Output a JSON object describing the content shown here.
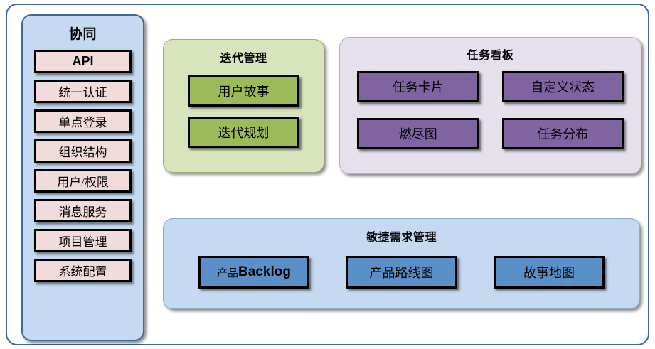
{
  "diagram": {
    "sidebar": {
      "title": "协同",
      "items": [
        {
          "label": "API",
          "style": "api"
        },
        {
          "label": "统一认证",
          "style": "normal"
        },
        {
          "label": "单点登录",
          "style": "normal"
        },
        {
          "label": "组织结构",
          "style": "normal"
        },
        {
          "label": "用户/权限",
          "style": "normal"
        },
        {
          "label": "消息服务",
          "style": "normal"
        },
        {
          "label": "项目管理",
          "style": "normal"
        },
        {
          "label": "系统配置",
          "style": "normal"
        }
      ],
      "colors": {
        "panel_fill": "#c5d9f1",
        "panel_border": "#3f6699",
        "box_fill": "#f2dcdb",
        "box_border": "#000000"
      }
    },
    "iteration": {
      "title": "迭代管理",
      "items": [
        {
          "label": "用户故事"
        },
        {
          "label": "迭代规划"
        }
      ],
      "colors": {
        "panel_fill": "#d8e4bc",
        "box_fill": "#9bbb59",
        "box_border": "#000000"
      }
    },
    "taskboard": {
      "title": "任务看板",
      "items": [
        {
          "label": "任务卡片"
        },
        {
          "label": "自定义状态"
        },
        {
          "label": "燃尽图"
        },
        {
          "label": "任务分布"
        }
      ],
      "colors": {
        "panel_fill": "#e5e0ec",
        "box_fill": "#8064a2",
        "box_border": "#000000"
      }
    },
    "agile": {
      "title": "敏捷需求管理",
      "items": [
        {
          "label_prefix": "产品",
          "label_bold": "Backlog",
          "label": "产品Backlog"
        },
        {
          "label": "产品路线图"
        },
        {
          "label": "故事地图"
        }
      ],
      "colors": {
        "panel_fill": "#c5d9f1",
        "box_fill": "#5b8fc7",
        "box_border": "#000000"
      }
    },
    "frame": {
      "border_color": "#3f6699",
      "background": "#ffffff"
    }
  }
}
